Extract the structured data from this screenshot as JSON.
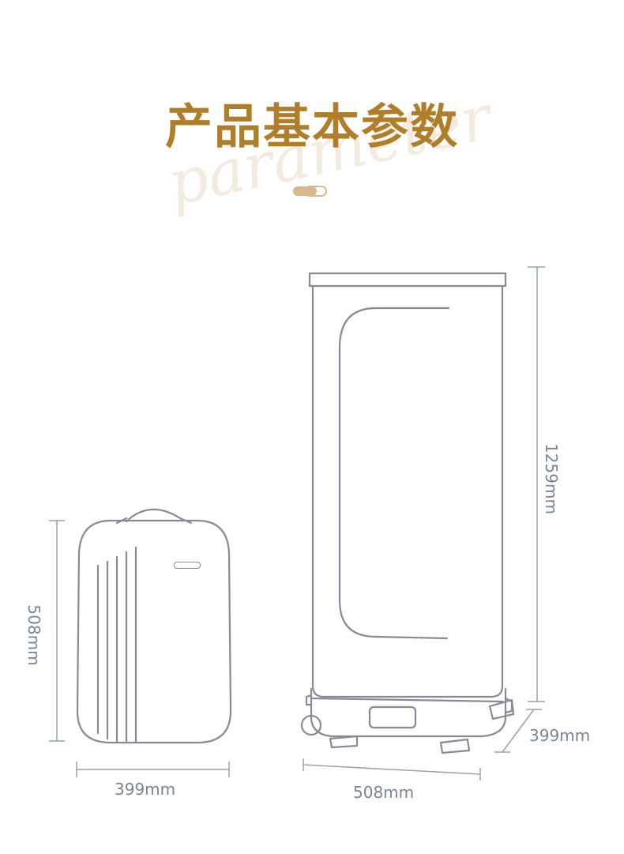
{
  "header": {
    "title": "产品基本参数",
    "watermark": "parameter"
  },
  "colors": {
    "title": "#b07e28",
    "outline": "#8a8a96",
    "dimension_text": "#7b8592",
    "accent_pill": "#d9b98c"
  },
  "dimensions": {
    "bag_height": "508mm",
    "bag_width": "399mm",
    "rack_height": "1259mm",
    "rack_width": "508mm",
    "rack_depth": "399mm"
  }
}
